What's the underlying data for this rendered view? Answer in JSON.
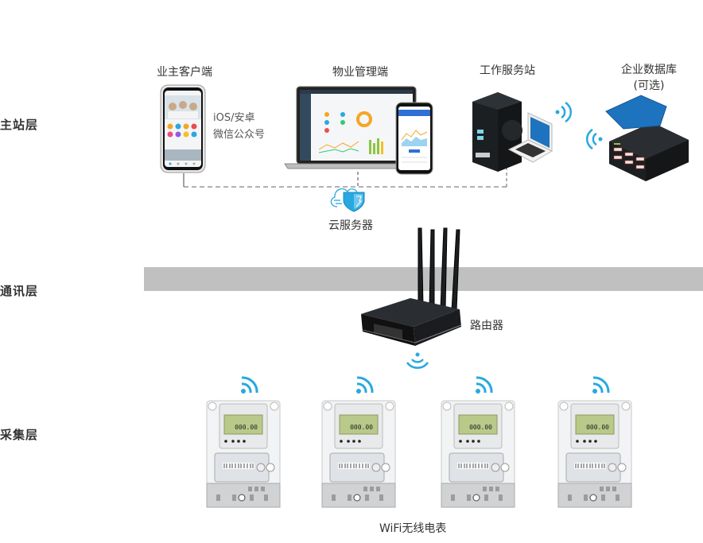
{
  "layers": [
    {
      "label": "主站层"
    },
    {
      "label": "通讯层"
    },
    {
      "label": "采集层"
    }
  ],
  "master_station": {
    "owner_client": {
      "title": "业主客户端",
      "platforms": [
        "iOS/安卓",
        "微信公众号"
      ]
    },
    "property_management": {
      "title": "物业管理端"
    },
    "workstation": {
      "title": "工作服务站"
    },
    "enterprise_db": {
      "title": "企业数据库",
      "subtitle": "(可选)"
    },
    "cloud_server": {
      "title": "云服务器"
    }
  },
  "communication": {
    "router": {
      "title": "路由器"
    }
  },
  "collection": {
    "meters_title": "WiFi无线电表",
    "meter_count": 4,
    "meter_reading": "000.00"
  },
  "colors": {
    "wifi_blue": "#29a8e0",
    "band_gray": "#c0c0c0",
    "db_blue": "#1e73be",
    "device_dark": "#1c1f22"
  }
}
